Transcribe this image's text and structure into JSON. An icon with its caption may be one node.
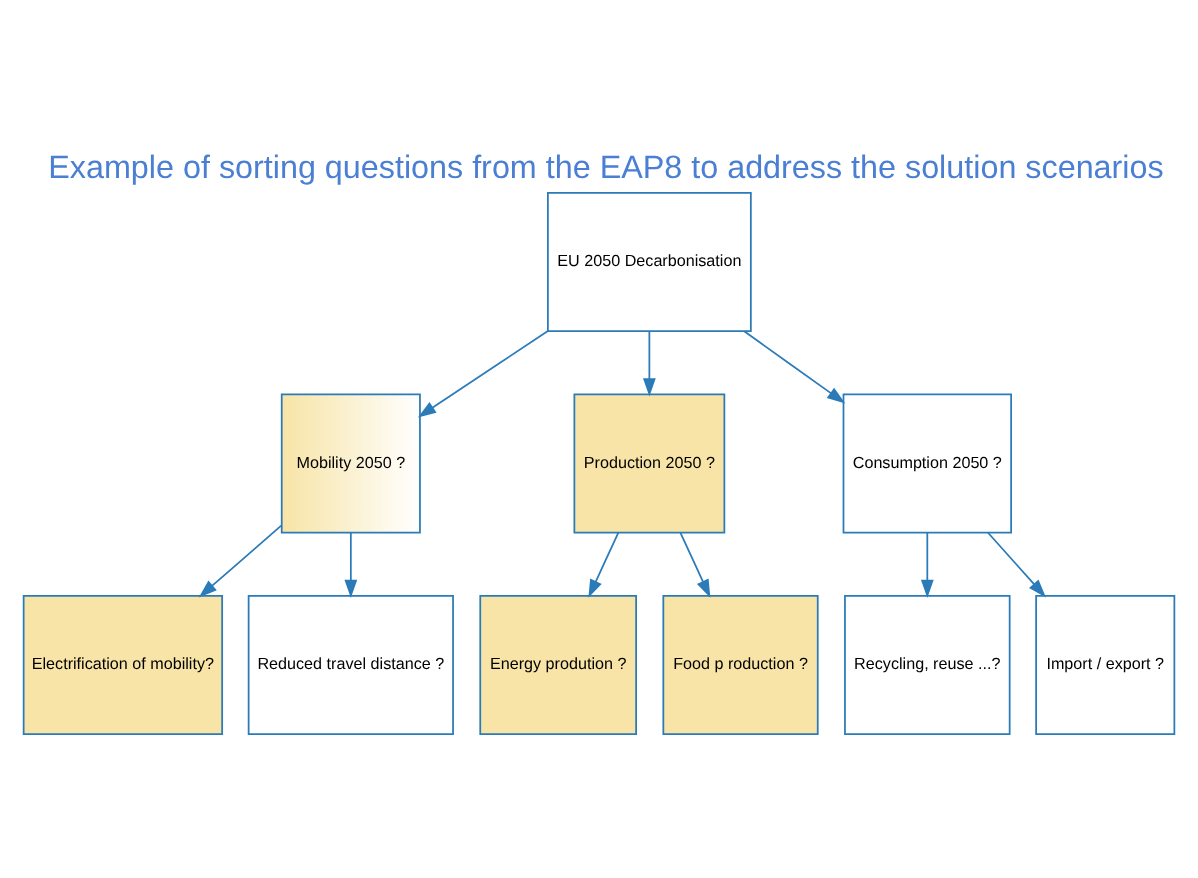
{
  "diagram": {
    "title": "Example of sorting questions from the EAP8 to address the solution scenarios",
    "nodes": [
      {
        "text": [
          "EU 2050 Decarbonisation"
        ]
      },
      {
        "text": [
          "Mobility 2050 ?"
        ]
      },
      {
        "text": [
          "Production 2050 ?"
        ]
      },
      {
        "text": [
          "Consumption 2050 ?"
        ]
      },
      {
        "text": [
          "Electrification of mobility?"
        ]
      },
      {
        "text": [
          "Reduced travel distance ?"
        ]
      },
      {
        "text": [
          "Energy prodution ?"
        ]
      },
      {
        "text": [
          "Food p roduction ?"
        ]
      },
      {
        "text": [
          "Recycling, reuse ...?"
        ]
      },
      {
        "text": [
          "Import / export ?"
        ]
      }
    ],
    "edges": [
      {
        "from": 0,
        "to": 1,
        "arrow": "to"
      },
      {
        "from": 0,
        "to": 2,
        "arrow": "to"
      },
      {
        "from": 0,
        "to": 3,
        "arrow": "to"
      },
      {
        "from": 1,
        "to": 4,
        "arrow": "to"
      },
      {
        "from": 1,
        "to": 5,
        "arrow": "to"
      },
      {
        "from": 2,
        "to": 6,
        "arrow": "to"
      },
      {
        "from": 2,
        "to": 7,
        "arrow": "to"
      },
      {
        "from": 3,
        "to": 8,
        "arrow": "to"
      },
      {
        "from": 3,
        "to": 9,
        "arrow": "to"
      }
    ]
  }
}
